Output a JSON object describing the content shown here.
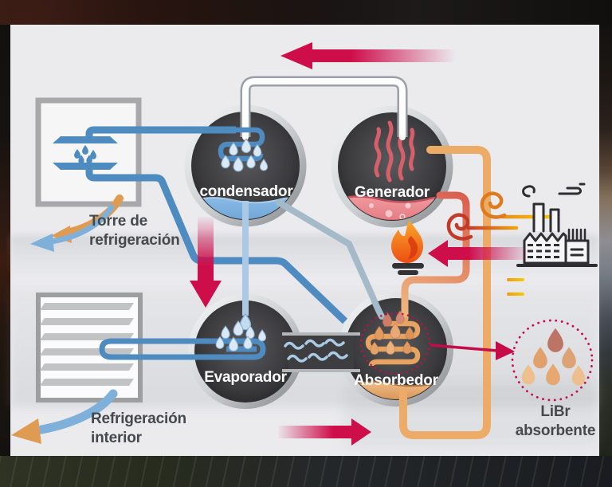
{
  "diagram": {
    "vessels": {
      "condenser": {
        "label": "condensador"
      },
      "generator": {
        "label": "Generador"
      },
      "evaporator": {
        "label": "Evaporador"
      },
      "absorber": {
        "label": "Absorbedor"
      }
    },
    "callouts": {
      "cooling_tower": {
        "line1": "Torre de",
        "line2": "refrigeración"
      },
      "interior_cooling": {
        "line1": "Refrigeración",
        "line2": "interior"
      },
      "libr_absorbent": {
        "line1": "LiBr",
        "line2": "absorbente"
      }
    },
    "icons": [
      "cooling-tower-icon",
      "interior-vent-icon",
      "factory-icon",
      "flame-burner-icon",
      "hot-air-swirl-icon",
      "water-drop-icon",
      "libr-drops-icon",
      "vapor-waves-icon"
    ],
    "colors": {
      "accent_crimson": "#ce0d4b",
      "pipe_blue": "#4e8bc0",
      "pipe_blue_light": "#abc9e5",
      "pipe_orange": "#ecab66",
      "pipe_salmon_red": "#d95f50",
      "flame_orange": "#f4731f",
      "vessel_dark": "#3b3b3e",
      "water_blue": "#6ea3d6",
      "generator_red": "#e4767c",
      "absorber_liquid": "#e2a369",
      "label_dark": "#45484c",
      "panel_bg": "#f3f3f6"
    }
  }
}
